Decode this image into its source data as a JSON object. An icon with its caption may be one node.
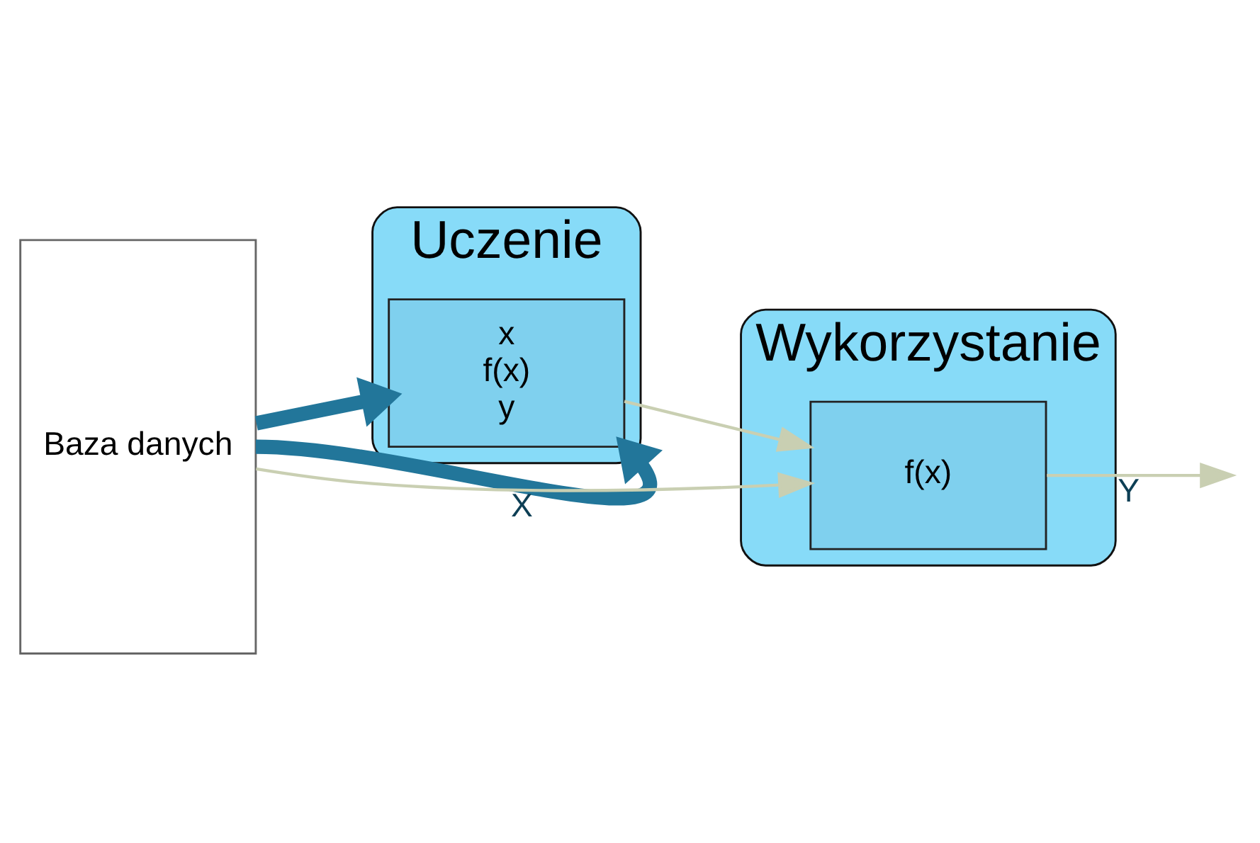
{
  "diagram": {
    "nodes": [
      {
        "text": [
          "Baza danych"
        ]
      },
      {
        "text": [
          "Uczenie"
        ]
      },
      {
        "text": [
          "x",
          "f(x)",
          "y"
        ],
        "in": 1
      },
      {
        "text": [
          "Wykorzystanie"
        ]
      },
      {
        "text": [
          "f(x)"
        ],
        "in": 3
      }
    ],
    "edges": [
      {
        "from": 0,
        "to": 2,
        "arrow": "to",
        "style": "thick",
        "color": "#22769a"
      },
      {
        "from": 0,
        "to": 2,
        "arrow": "to",
        "style": "thick",
        "color": "#22769a"
      },
      {
        "from": 2,
        "to": 4,
        "arrow": "to"
      },
      {
        "from": 0,
        "to": 4,
        "arrow": "to",
        "label": "X"
      },
      {
        "from": 4,
        "to": null,
        "arrow": "to",
        "label": "Y"
      }
    ]
  }
}
